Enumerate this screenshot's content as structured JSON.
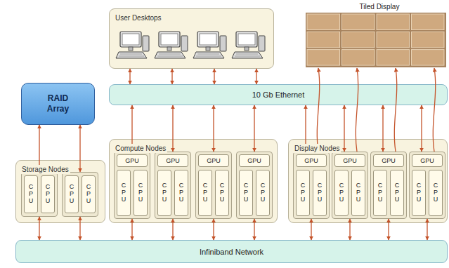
{
  "diagram": {
    "nodes": [
      {
        "text": [
          "User Desktops"
        ]
      },
      {
        "text": [
          "Tiled Display"
        ]
      },
      {
        "text": [
          "RAID Array"
        ]
      },
      {
        "text": [
          "10 Gb Ethernet"
        ]
      },
      {
        "text": [
          "Storage Nodes"
        ]
      },
      {
        "text": [],
        "in": 4
      },
      {
        "text": [
          "CPU"
        ],
        "in": 5
      },
      {
        "text": [
          "CPU"
        ],
        "in": 5
      },
      {
        "text": [],
        "in": 4
      },
      {
        "text": [
          "CPU"
        ],
        "in": 8
      },
      {
        "text": [
          "CPU"
        ],
        "in": 8
      },
      {
        "text": [
          "Compute Nodes"
        ]
      },
      {
        "text": [],
        "in": 11
      },
      {
        "text": [
          "GPU"
        ],
        "in": 12
      },
      {
        "text": [
          "CPU"
        ],
        "in": 12
      },
      {
        "text": [
          "CPU"
        ],
        "in": 12
      },
      {
        "text": [],
        "in": 11
      },
      {
        "text": [
          "GPU"
        ],
        "in": 16
      },
      {
        "text": [
          "CPU"
        ],
        "in": 16
      },
      {
        "text": [
          "CPU"
        ],
        "in": 16
      },
      {
        "text": [],
        "in": 11
      },
      {
        "text": [
          "GPU"
        ],
        "in": 20
      },
      {
        "text": [
          "CPU"
        ],
        "in": 20
      },
      {
        "text": [
          "CPU"
        ],
        "in": 20
      },
      {
        "text": [],
        "in": 11
      },
      {
        "text": [
          "GPU"
        ],
        "in": 24
      },
      {
        "text": [
          "CPU"
        ],
        "in": 24
      },
      {
        "text": [
          "CPU"
        ],
        "in": 24
      },
      {
        "text": [
          "Display Nodes"
        ]
      },
      {
        "text": [],
        "in": 28
      },
      {
        "text": [
          "GPU"
        ],
        "in": 29
      },
      {
        "text": [
          "CPU"
        ],
        "in": 29
      },
      {
        "text": [
          "CPU"
        ],
        "in": 29
      },
      {
        "text": [],
        "in": 28
      },
      {
        "text": [
          "GPU"
        ],
        "in": 33
      },
      {
        "text": [
          "CPU"
        ],
        "in": 33
      },
      {
        "text": [
          "CPU"
        ],
        "in": 33
      },
      {
        "text": [],
        "in": 28
      },
      {
        "text": [
          "GPU"
        ],
        "in": 37
      },
      {
        "text": [
          "CPU"
        ],
        "in": 37
      },
      {
        "text": [
          "CPU"
        ],
        "in": 37
      },
      {
        "text": [],
        "in": 28
      },
      {
        "text": [
          "GPU"
        ],
        "in": 41
      },
      {
        "text": [
          "CPU"
        ],
        "in": 41
      },
      {
        "text": [
          "CPU"
        ],
        "in": 41
      },
      {
        "text": [
          "Infiniband Network"
        ]
      }
    ],
    "edges": [
      {
        "from": 0,
        "to": 3,
        "arrow": "both"
      },
      {
        "from": 0,
        "to": 3,
        "arrow": "both"
      },
      {
        "from": 0,
        "to": 3,
        "arrow": "both"
      },
      {
        "from": 0,
        "to": 3,
        "arrow": "both"
      },
      {
        "from": 2,
        "to": 5,
        "arrow": "both"
      },
      {
        "from": 2,
        "to": 8,
        "arrow": "both"
      },
      {
        "from": 3,
        "to": 12,
        "arrow": "both"
      },
      {
        "from": 3,
        "to": 16,
        "arrow": "both"
      },
      {
        "from": 3,
        "to": 20,
        "arrow": "both"
      },
      {
        "from": 3,
        "to": 24,
        "arrow": "both"
      },
      {
        "from": 3,
        "to": 29,
        "arrow": "both"
      },
      {
        "from": 3,
        "to": 33,
        "arrow": "both"
      },
      {
        "from": 3,
        "to": 37,
        "arrow": "both"
      },
      {
        "from": 3,
        "to": 41,
        "arrow": "both"
      },
      {
        "from": 29,
        "to": 1,
        "arrow": "to"
      },
      {
        "from": 33,
        "to": 1,
        "arrow": "to"
      },
      {
        "from": 37,
        "to": 1,
        "arrow": "to"
      },
      {
        "from": 41,
        "to": 1,
        "arrow": "to"
      },
      {
        "from": 5,
        "to": 45,
        "arrow": "both"
      },
      {
        "from": 8,
        "to": 45,
        "arrow": "both"
      },
      {
        "from": 12,
        "to": 45,
        "arrow": "both"
      },
      {
        "from": 16,
        "to": 45,
        "arrow": "both"
      },
      {
        "from": 20,
        "to": 45,
        "arrow": "both"
      },
      {
        "from": 24,
        "to": 45,
        "arrow": "both"
      },
      {
        "from": 29,
        "to": 45,
        "arrow": "both"
      },
      {
        "from": 33,
        "to": 45,
        "arrow": "both"
      },
      {
        "from": 37,
        "to": 45,
        "arrow": "both"
      },
      {
        "from": 41,
        "to": 45,
        "arrow": "both"
      }
    ]
  }
}
